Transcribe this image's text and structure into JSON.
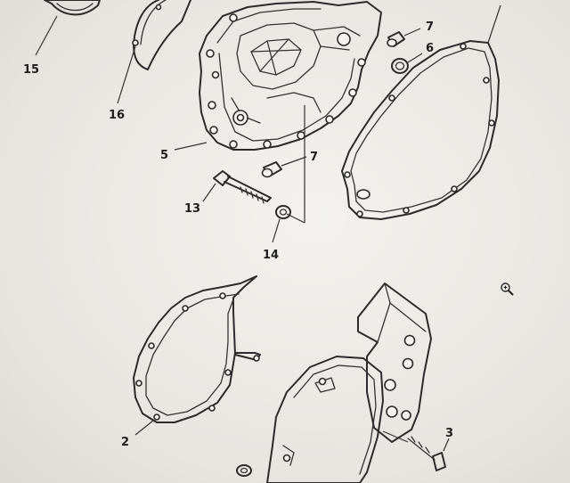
{
  "callouts": {
    "c15": "15",
    "c16": "16",
    "c5": "5",
    "c7a": "7",
    "c6": "6",
    "c7b": "7",
    "c13": "13",
    "c14": "14",
    "c2": "2",
    "c3": "3"
  },
  "icons": {
    "zoom": "zoom-in-icon"
  },
  "colors": {
    "ink": "#2b2b2b",
    "paper": "#efeee9"
  }
}
